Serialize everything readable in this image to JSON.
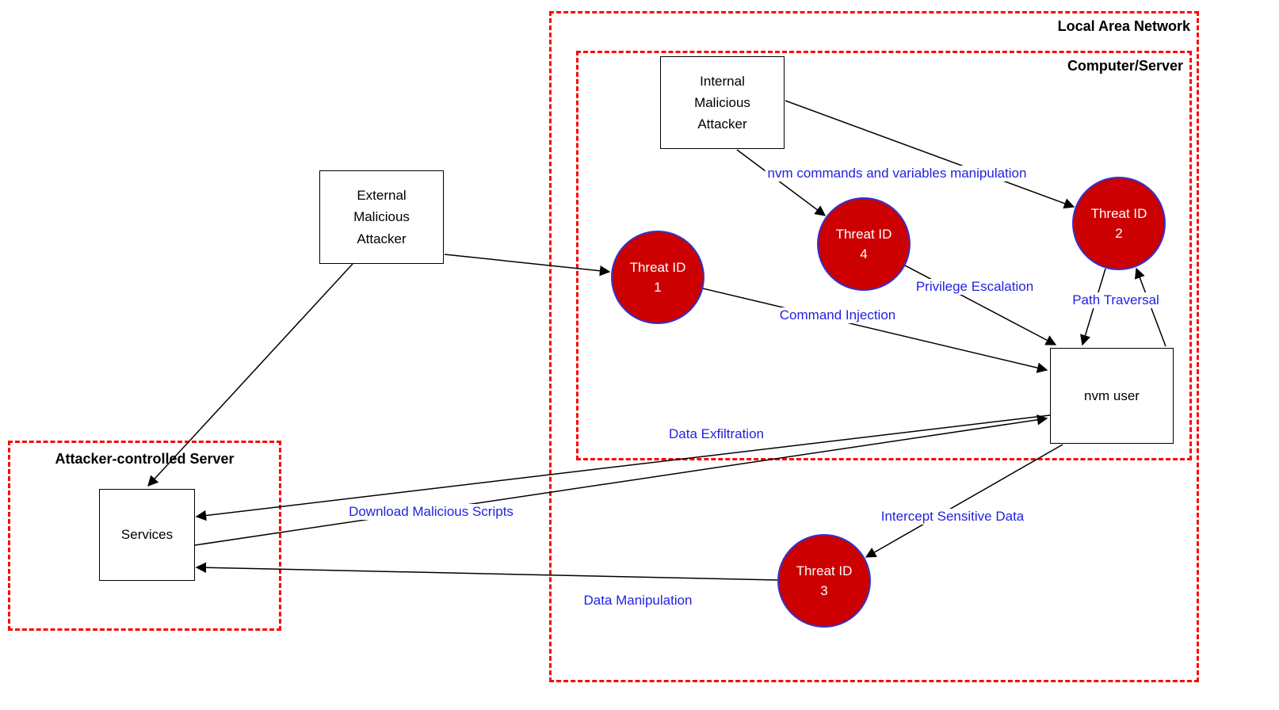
{
  "colors": {
    "background": "#ffffff",
    "boundary_border": "#fa0505",
    "boundary_label_text": "#000000",
    "node_fill": "#ffffff",
    "node_border": "#000000",
    "node_text": "#000000",
    "threat_fill": "#cc0000",
    "threat_border": "#3333cc",
    "threat_text": "#ffffff",
    "flow_label_text": "#2222e0",
    "arrow": "#000000"
  },
  "containers": {
    "lan": {
      "label": "Local Area Network"
    },
    "computer_server": {
      "label": "Computer/Server"
    },
    "attacker_server": {
      "label": "Attacker-controlled Server"
    }
  },
  "nodes": {
    "internal_attacker": {
      "lines": [
        "Internal",
        "Malicious",
        "Attacker"
      ]
    },
    "external_attacker": {
      "lines": [
        "External",
        "Malicious",
        "Attacker"
      ]
    },
    "nvm_user": {
      "label": "nvm user"
    },
    "services": {
      "label": "Services"
    }
  },
  "threats": {
    "t1": {
      "title": "Threat ID",
      "number": "1"
    },
    "t2": {
      "title": "Threat ID",
      "number": "2"
    },
    "t3": {
      "title": "Threat ID",
      "number": "3"
    },
    "t4": {
      "title": "Threat ID",
      "number": "4"
    }
  },
  "flows": {
    "nvm_commands": {
      "label": "nvm commands and variables manipulation"
    },
    "privilege_escalation": {
      "label": "Privilege Escalation"
    },
    "path_traversal": {
      "label": "Path Traversal"
    },
    "command_injection": {
      "label": "Command Injection"
    },
    "data_exfiltration": {
      "label": "Data Exfiltration"
    },
    "download_malicious_scripts": {
      "label": "Download Malicious Scripts"
    },
    "intercept_sensitive_data": {
      "label": "Intercept Sensitive Data"
    },
    "data_manipulation": {
      "label": "Data Manipulation"
    }
  }
}
